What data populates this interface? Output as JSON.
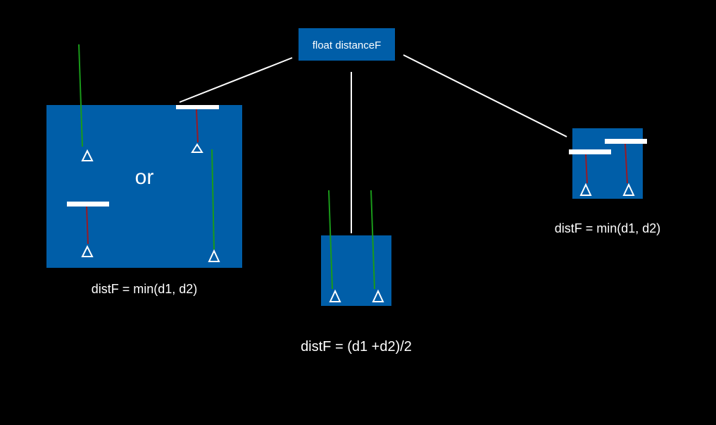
{
  "root": {
    "label": "float distanceF"
  },
  "left": {
    "label": "or",
    "caption": "distF = min(d1, d2)"
  },
  "middle": {
    "caption": "distF = (d1 +d2)/2"
  },
  "right": {
    "caption": "distF = min(d1, d2)"
  },
  "colors": {
    "background": "#000000",
    "box": "#005ea8",
    "line": "#ffffff",
    "green_ray": "#1a9a1a",
    "red_ray": "#9a1a24",
    "text": "#ffffff"
  }
}
